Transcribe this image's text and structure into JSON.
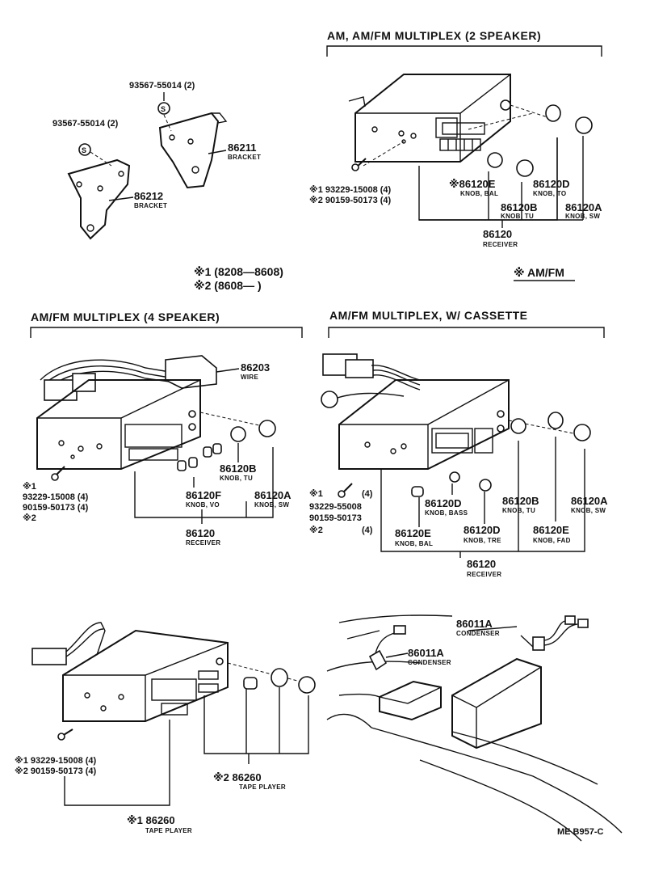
{
  "sections": {
    "top_right_title": "AM, AM/FM MULTIPLEX (2 SPEAKER)",
    "mid_left_title": "AM/FM MULTIPLEX (4 SPEAKER)",
    "mid_right_title": "AM/FM MULTIPLEX, W/ CASSETTE"
  },
  "brackets": {
    "screw_a_part": "93567-55014 (2)",
    "screw_b_part": "93567-55014 (2)",
    "bracket_1_num": "86211",
    "bracket_1_name": "BRACKET",
    "bracket_2_num": "86212",
    "bracket_2_name": "BRACKET"
  },
  "notes": {
    "note1": "※1 (8208—8608)",
    "note2": "※2 (8608—      )",
    "amfm": "※ AM/FM"
  },
  "top_right": {
    "screw1": "※1 93229-15008 (4)",
    "screw2": "※2 90159-50173 (4)",
    "knob_e_num": "※86120E",
    "knob_e_name": "KNOB, BAL",
    "knob_d_num": "86120D",
    "knob_d_name": "KNOB, TO",
    "knob_b_num": "86120B",
    "knob_b_name": "KNOB, TU",
    "knob_a_num": "86120A",
    "knob_a_name": "KNOB, SW",
    "receiver_num": "86120",
    "receiver_name": "RECEIVER"
  },
  "mid_left": {
    "wire_num": "86203",
    "wire_name": "WIRE",
    "screw_star1": "※1",
    "screw1": "93229-15008 (4)",
    "screw2": "90159-50173 (4)",
    "screw_star2": "※2",
    "knob_f_num": "86120F",
    "knob_f_name": "KNOB, VO",
    "knob_b_num": "86120B",
    "knob_b_name": "KNOB, TU",
    "knob_a_num": "86120A",
    "knob_a_name": "KNOB, SW",
    "receiver_num": "86120",
    "receiver_name": "RECEIVER"
  },
  "mid_right": {
    "screw_star1": "※1",
    "screw_qty": "(4)",
    "screw1": "93229-55008",
    "screw2": "90159-50173",
    "screw_star2": "※2",
    "screw_qty2": "(4)",
    "knob_d1_num": "86120D",
    "knob_d1_name": "KNOB, BASS",
    "knob_e1_num": "86120E",
    "knob_e1_name": "KNOB, BAL",
    "knob_d2_num": "86120D",
    "knob_d2_name": "KNOB, TRE",
    "knob_b_num": "86120B",
    "knob_b_name": "KNOB, TU",
    "knob_e2_num": "86120E",
    "knob_e2_name": "KNOB, FAD",
    "knob_a_num": "86120A",
    "knob_a_name": "KNOB, SW",
    "receiver_num": "86120",
    "receiver_name": "RECEIVER"
  },
  "bottom_left": {
    "screw1": "※1 93229-15008 (4)",
    "screw2": "※2 90159-50173 (4)",
    "tape2_num": "※2 86260",
    "tape2_name": "TAPE PLAYER",
    "tape1_num": "※1 86260",
    "tape1_name": "TAPE PLAYER"
  },
  "bottom_right": {
    "cond1_num": "86011A",
    "cond1_name": "CONDENSER",
    "cond2_num": "86011A",
    "cond2_name": "CONDENSER"
  },
  "footer": {
    "code": "ME  B957-C"
  }
}
